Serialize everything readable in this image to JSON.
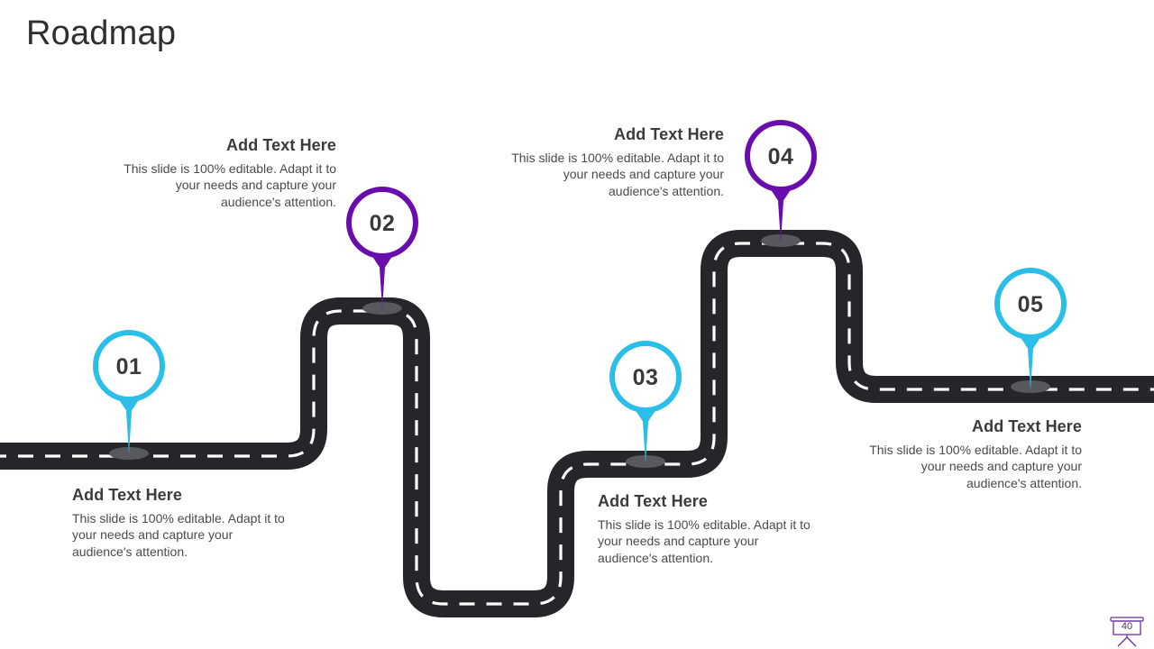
{
  "slide": {
    "title": "Roadmap",
    "background_color": "#ffffff"
  },
  "theme": {
    "road_color": "#26262a",
    "road_dash_color": "#ffffff",
    "pin_cyan": "#2bbee8",
    "pin_purple": "#6a0dad",
    "number_text_color": "#3a3a3c",
    "heading_color": "#3b3b3e",
    "body_color": "#4a4a4d",
    "shadow_color": "#5a5a60"
  },
  "milestones": [
    {
      "number": "01",
      "color_name": "cyan",
      "color": "#2bbee8",
      "title": "Add Text Here",
      "body": "This slide is 100% editable. Adapt it to your needs and capture your audience's attention.",
      "text_align": "left"
    },
    {
      "number": "02",
      "color_name": "purple",
      "color": "#6a0dad",
      "title": "Add Text Here",
      "body": "This slide is 100% editable. Adapt it to your needs and capture your audience's attention.",
      "text_align": "right"
    },
    {
      "number": "03",
      "color_name": "cyan",
      "color": "#2bbee8",
      "title": "Add Text Here",
      "body": "This slide is 100% editable. Adapt it to your needs and capture your audience's attention.",
      "text_align": "left"
    },
    {
      "number": "04",
      "color_name": "purple",
      "color": "#6a0dad",
      "title": "Add Text Here",
      "body": "This slide is 100% editable. Adapt it to your needs and capture your audience's attention.",
      "text_align": "right"
    },
    {
      "number": "05",
      "color_name": "cyan",
      "color": "#2bbee8",
      "title": "Add Text Here",
      "body": "This slide is 100% editable. Adapt it to your needs and capture your audience's attention.",
      "text_align": "right"
    }
  ],
  "page_badge": {
    "icon": "presentation-board-icon",
    "number": "40",
    "color": "#7030a0"
  }
}
